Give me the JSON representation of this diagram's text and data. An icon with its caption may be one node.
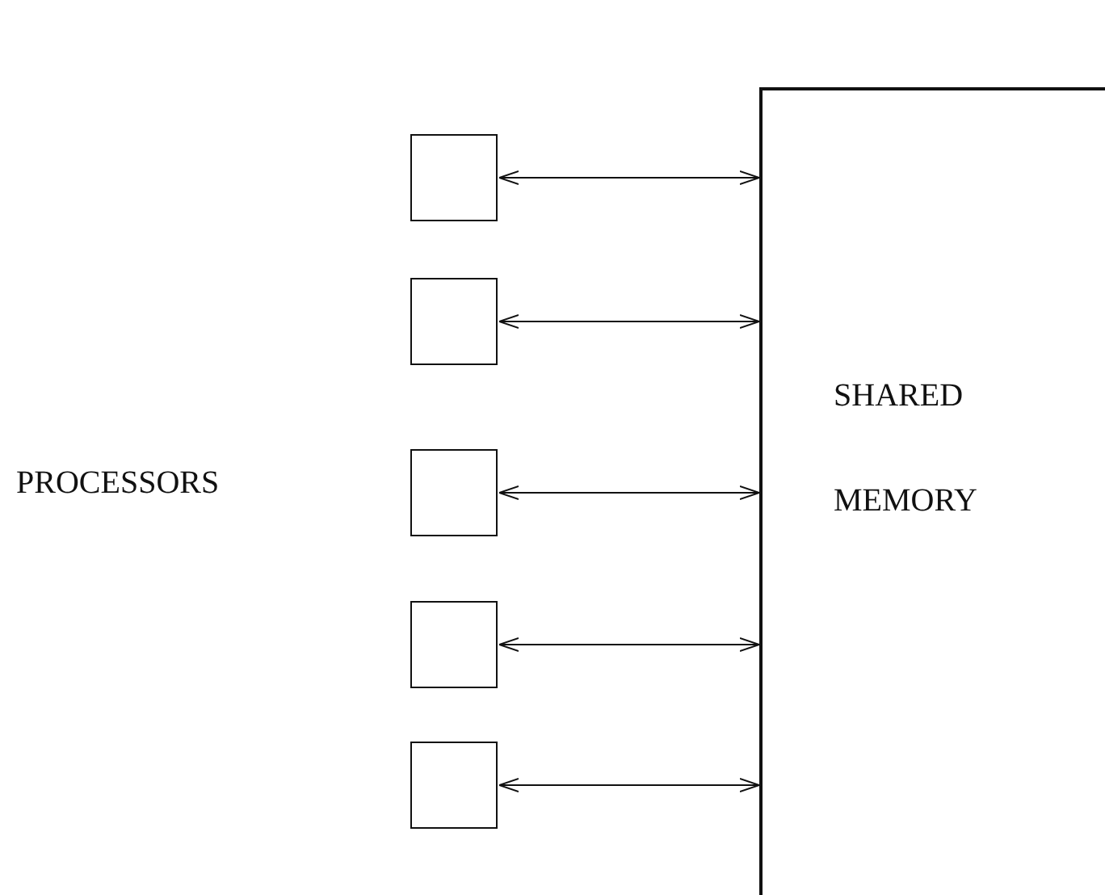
{
  "diagram": {
    "nodes": [
      {
        "text": [],
        "shape": "box"
      },
      {
        "text": [],
        "shape": "box"
      },
      {
        "text": [],
        "shape": "box"
      },
      {
        "text": [],
        "shape": "box"
      },
      {
        "text": [],
        "shape": "box"
      },
      {
        "text": [
          "SHARED",
          "MEMORY"
        ]
      }
    ],
    "edges": [
      {
        "from": 0,
        "to": 5,
        "arrow": "both"
      },
      {
        "from": 1,
        "to": 5,
        "arrow": "both"
      },
      {
        "from": 2,
        "to": 5,
        "arrow": "both"
      },
      {
        "from": 3,
        "to": 5,
        "arrow": "both"
      },
      {
        "from": 4,
        "to": 5,
        "arrow": "both"
      }
    ],
    "labels": [
      "PROCESSORS"
    ]
  }
}
